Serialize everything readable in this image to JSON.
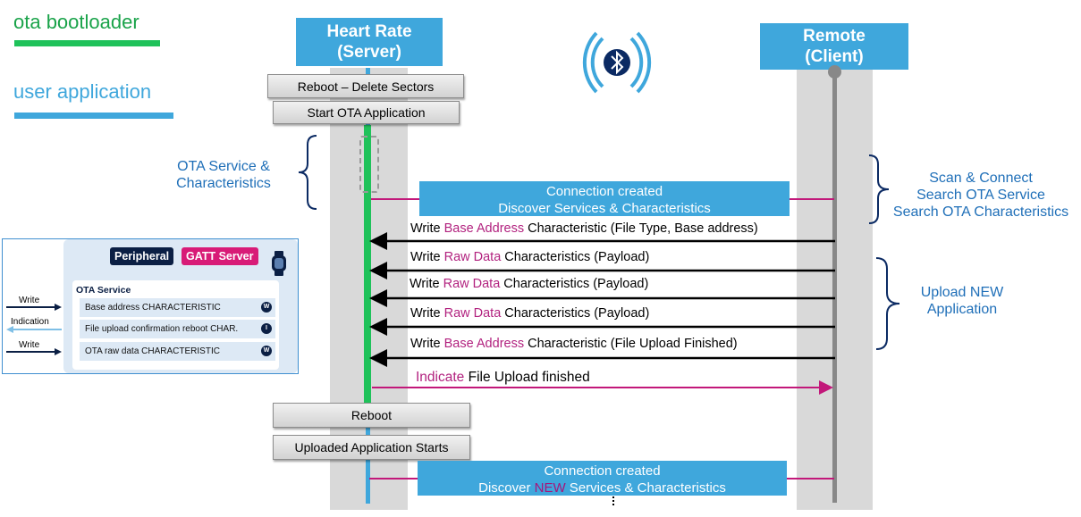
{
  "legend": {
    "bootloader_label": "ota bootloader",
    "bootloader_color": "#1fc25a",
    "app_label": "user application",
    "app_color": "#3fa7dc"
  },
  "server": {
    "line1": "Heart Rate",
    "line2": "(Server)"
  },
  "client": {
    "line1": "Remote",
    "line2": "(Client)"
  },
  "steps": {
    "reboot_delete": "Reboot – Delete Sectors",
    "start_ota": "Start OTA Application",
    "reboot": "Reboot",
    "uploaded_starts": "Uploaded Application Starts"
  },
  "notes": {
    "ota_service_1": "OTA Service &",
    "ota_service_2": "Characteristics",
    "scan_1": "Scan & Connect",
    "scan_2": "Search OTA Service",
    "scan_3": "Search OTA Characteristics",
    "upload_1": "Upload NEW",
    "upload_2": "Application"
  },
  "connection1": {
    "line1": "Connection created",
    "line2": "Discover Services & Characteristics"
  },
  "connection2": {
    "line1": "Connection created",
    "line2_pre": "Discover ",
    "line2_hl": "NEW",
    "line2_post": " Services & Characteristics"
  },
  "messages": [
    {
      "pre": "Write ",
      "hl": "Base Address",
      "post": " Characteristic (File Type, Base address)"
    },
    {
      "pre": "Write ",
      "hl": "Raw Data",
      "post": " Characteristics (Payload)"
    },
    {
      "pre": "Write ",
      "hl": "Raw Data",
      "post": " Characteristics (Payload)"
    },
    {
      "pre": "Write ",
      "hl": "Raw Data",
      "post": " Characteristics (Payload)"
    },
    {
      "pre": "Write ",
      "hl": "Base Address",
      "post": " Characteristic (File Upload Finished)"
    }
  ],
  "indicate": {
    "hl": "Indicate",
    "post": " File Upload finished"
  },
  "gatt": {
    "peripheral": "Peripheral",
    "gatt_server": "GATT Server",
    "service_title": "OTA Service",
    "rows": [
      {
        "label": "Base address CHARACTERISTIC",
        "badge": "W"
      },
      {
        "label": "File upload confirmation reboot CHAR.",
        "badge": "I"
      },
      {
        "label": "OTA raw data CHARACTERISTIC",
        "badge": "W"
      }
    ],
    "write1": "Write",
    "indication": "Indication",
    "write2": "Write"
  }
}
